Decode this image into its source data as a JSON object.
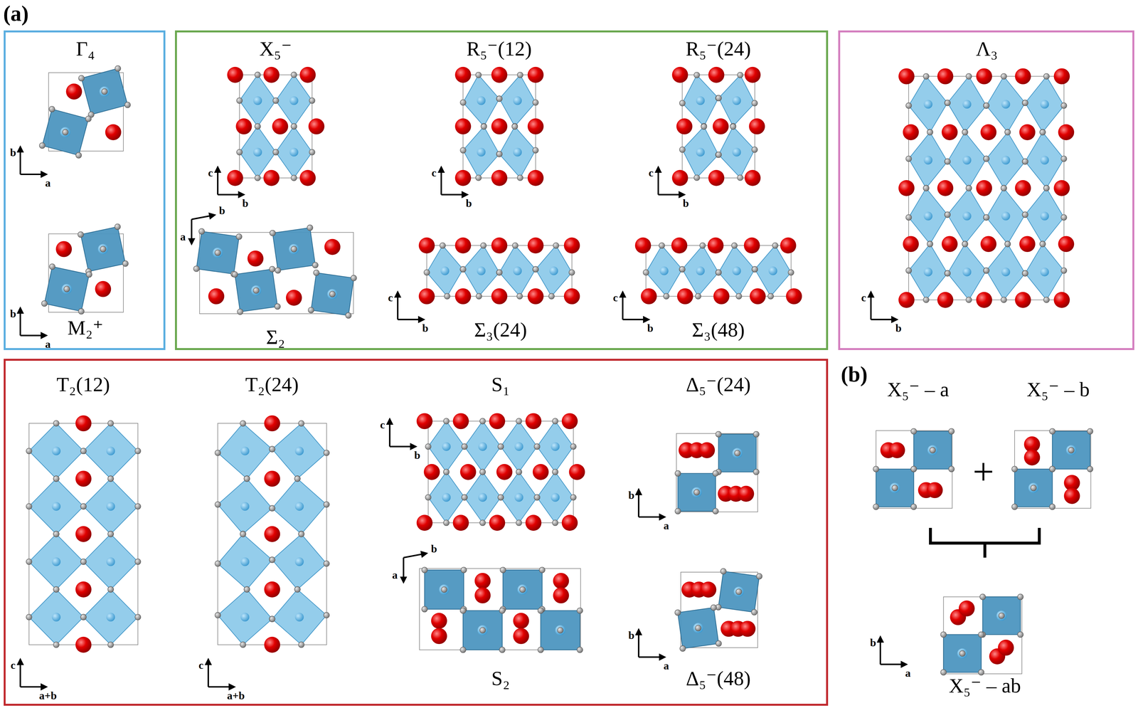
{
  "diagram": {
    "nodes": [
      {
        "text": [
          "Γ₄",
          "M₂⁺"
        ]
      },
      {
        "text": [
          "X₅⁻",
          "R₅⁻(12)",
          "R₅⁻(24)",
          "Σ₂",
          "Σ₃(24)",
          "Σ₃(48)"
        ]
      },
      {
        "text": [
          "Λ₃"
        ]
      },
      {
        "text": [
          "T₂(12)",
          "T₂(24)",
          "S₁",
          "Δ₅⁻(24)",
          "S₂",
          "Δ₅⁻(48)"
        ]
      }
    ],
    "labels": [
      "(a)",
      "b",
      "a",
      "b",
      "a",
      "c",
      "b",
      "b",
      "a",
      "c",
      "b",
      "c",
      "b",
      "c",
      "b",
      "c",
      "b",
      "c",
      "b",
      "c",
      "a+b",
      "c",
      "a+b",
      "c",
      "b",
      "b",
      "a",
      "b",
      "a",
      "b",
      "a",
      "(b)",
      "X₅⁻ – a",
      "+",
      "X₅⁻ – b",
      "X₅⁻ – ab",
      "b",
      "a"
    ]
  }
}
